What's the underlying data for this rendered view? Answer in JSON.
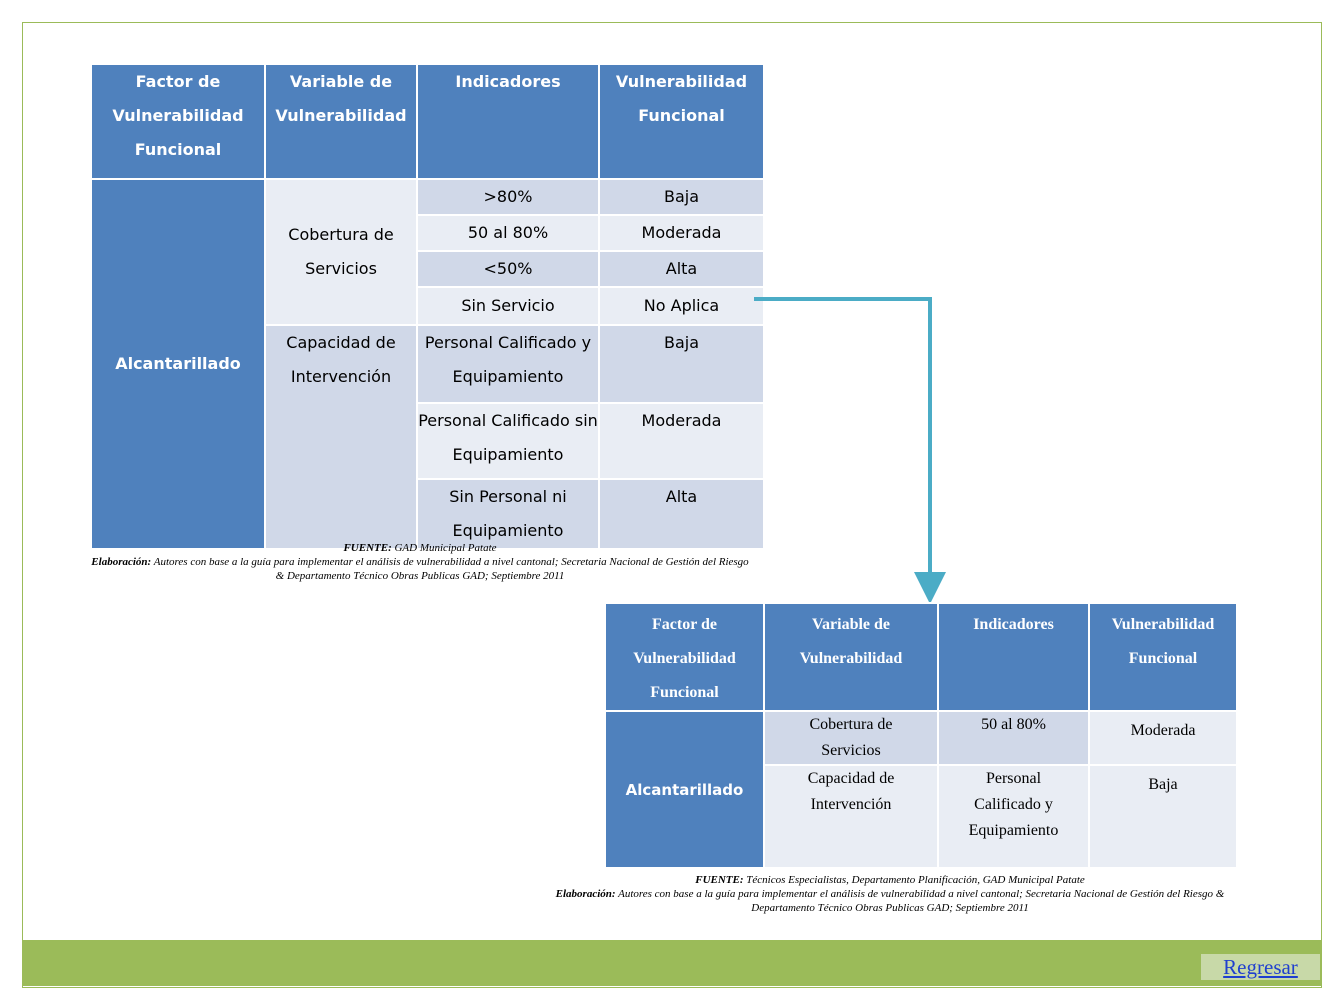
{
  "table1": {
    "headers": [
      "Factor de Vulnerabilidad Funcional",
      "Variable de Vulnerabilidad",
      "Indicadores",
      "Vulnerabilidad Funcional"
    ],
    "factor": "Alcantarillado",
    "variables": [
      "Cobertura de Servicios",
      "Capacidad de Intervención"
    ],
    "rows": [
      {
        "indicador": ">80%",
        "vulnerabilidad": "Baja"
      },
      {
        "indicador": "50 al 80%",
        "vulnerabilidad": "Moderada"
      },
      {
        "indicador": "<50%",
        "vulnerabilidad": "Alta"
      },
      {
        "indicador": "Sin Servicio",
        "vulnerabilidad": "No Aplica"
      },
      {
        "indicador": "Personal Calificado y Equipamiento",
        "vulnerabilidad": "Baja"
      },
      {
        "indicador": "Personal Calificado sin Equipamiento",
        "vulnerabilidad": "Moderada"
      },
      {
        "indicador": "Sin Personal ni Equipamiento",
        "vulnerabilidad": "Alta"
      }
    ]
  },
  "source1": {
    "fuente_label": "FUENTE:",
    "fuente_text": " GAD Municipal Patate",
    "elab_label": "Elaboración:",
    "elab_text": " Autores con base a la guía para implementar el análisis de  vulnerabilidad a nivel cantonal; Secretaria Nacional de Gestión del Riesgo & Departamento Técnico Obras Publicas GAD;  Septiembre 2011"
  },
  "table2": {
    "headers": [
      "Factor de Vulnerabilidad Funcional",
      "Variable de Vulnerabilidad",
      "Indicadores",
      "Vulnerabilidad Funcional"
    ],
    "factor": "Alcantarillado",
    "rows": [
      {
        "variable": "Cobertura de Servicios",
        "indicador": "50 al 80%",
        "vulnerabilidad": "Moderada"
      },
      {
        "variable": "Capacidad de Intervención",
        "indicador": "Personal Calificado y Equipamiento",
        "vulnerabilidad": "Baja"
      }
    ]
  },
  "source2": {
    "fuente_label": "FUENTE:",
    "fuente_text": "  Técnicos Especialistas, Departamento Planificación, GAD Municipal Patate",
    "elab_label": "Elaboración:",
    "elab_text": " Autores con base a la guía para implementar el análisis de  vulnerabilidad a nivel cantonal; Secretaria Nacional de Gestión del Riesgo & Departamento Técnico Obras Publicas GAD;  Septiembre 2011"
  },
  "nav": {
    "regresar_label": "Regresar"
  },
  "colors": {
    "header_blue": "#4f81bd",
    "cell_light": "#d0d8e8",
    "cell_lighter": "#e9edf4",
    "frame_green": "#9bbb59",
    "arrow_teal": "#4bacc6"
  }
}
